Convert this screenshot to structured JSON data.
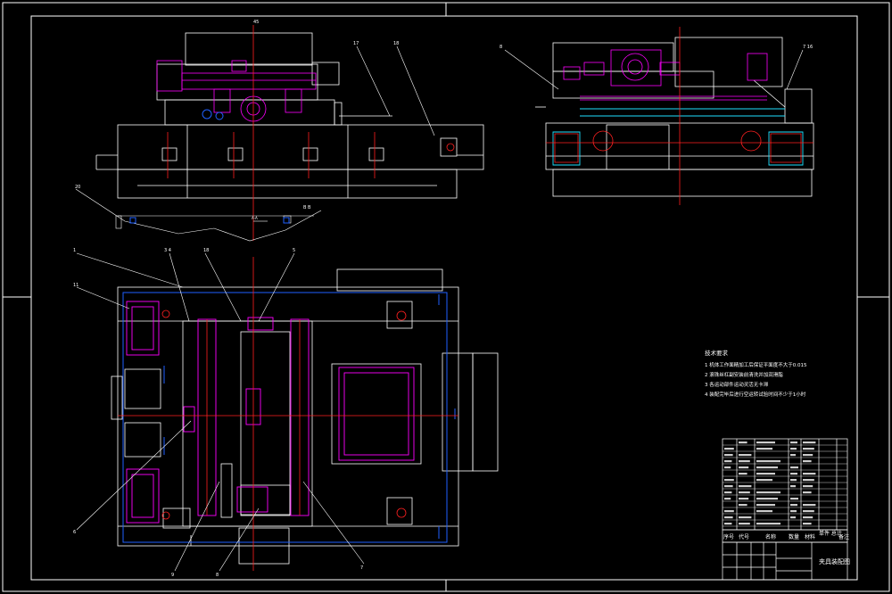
{
  "drawing": {
    "top_mark": "45",
    "balloons": {
      "front_a": "17",
      "front_b": "18",
      "side_a": "8",
      "side_b": "7 16",
      "mid_left": "20",
      "mid_center": "A-A",
      "mid_right": "B B",
      "plan_1": "1",
      "plan_2": "3 4",
      "plan_3": "18",
      "plan_4": "5",
      "plan_5": "11",
      "plan_6": "6",
      "plan_7": "9",
      "plan_8": "8",
      "plan_9": "7"
    },
    "tech_req": {
      "title": "技术要求",
      "items": [
        "1 机体工作面精加工后保证平面度不大于0.015",
        "2 滚珠丝杠副安装前清洗并加润滑脂",
        "3 各运动部件运动灵活无卡滞",
        "4 装配完毕后进行空运转试验时间不少于1小时"
      ]
    },
    "title_block": {
      "drawing_name": "夹具装配图",
      "header": [
        "序号",
        "代号",
        "名称",
        "数量",
        "材料",
        "单件 总计",
        "备注"
      ]
    }
  },
  "colors": {
    "frame": "#ffffff",
    "line": "#ffffff",
    "accent": "#ff00ff",
    "centerline": "#ff2020",
    "blue": "#2060ff",
    "cyan": "#20e0ff"
  }
}
